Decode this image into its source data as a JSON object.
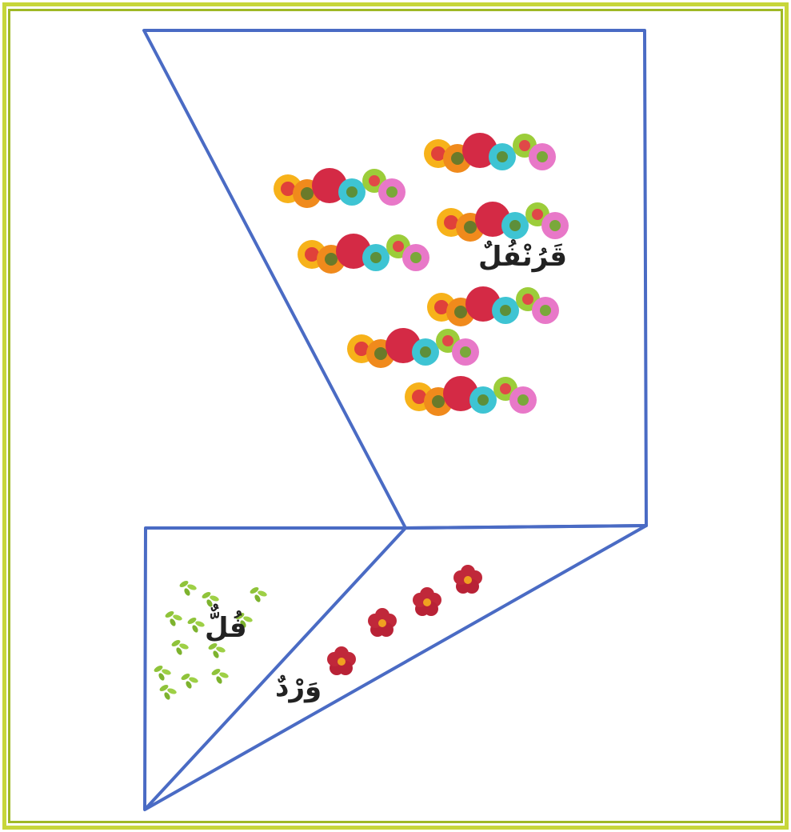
{
  "labels": {
    "carnation": "قَرُنْفُلٌ",
    "jasmine": "فُلٌّ",
    "rose": "وَرْدٌ"
  },
  "colors": {
    "frame_outer": "#c7d63a",
    "frame_inner": "#9fb925",
    "lines": "#4a6bc4",
    "text": "#222222",
    "rose_petal": "#c0283a",
    "rose_center": "#f0a020",
    "leaf": "#8fc33a"
  },
  "icons": {
    "carnation": "carnation-flower-icon",
    "jasmine": "jasmine-leaf-icon",
    "rose": "red-rose-icon"
  },
  "counts": {
    "carnation_rows": 7,
    "rose_flowers": 4
  }
}
